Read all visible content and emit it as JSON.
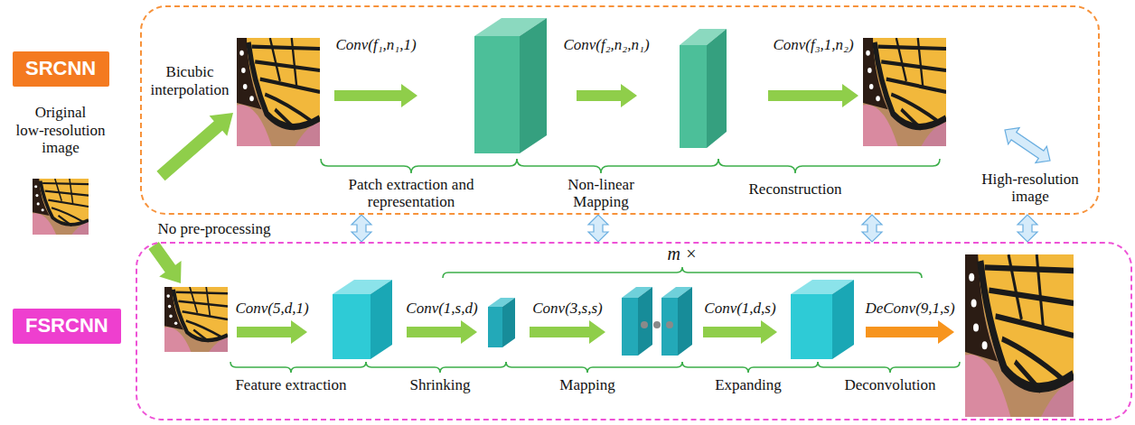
{
  "diagram": {
    "nodes": [
      {
        "text": [
          "SRCNN"
        ]
      },
      {
        "text": [
          "FSRCNN"
        ]
      }
    ],
    "edges": [
      {
        "from": 0,
        "to": 1,
        "arrow": "both"
      },
      {
        "from": 0,
        "to": 1,
        "arrow": "both"
      },
      {
        "from": 0,
        "to": 1,
        "arrow": "both"
      },
      {
        "from": 0,
        "to": 1,
        "arrow": "both"
      }
    ],
    "labels": [
      "Bicubic interpolation",
      "Original low-resolution image",
      "Conv(f₁,n₁,1)",
      "Conv(f₂,n₂,n₁)",
      "Conv(f₃,1,n₂)",
      "Patch extraction and representation",
      "Non-linear Mapping",
      "Reconstruction",
      "High-resolution image",
      "No pre-processing",
      "m ×",
      "Conv(5,d,1)",
      "Conv(1,s,d)",
      "Conv(3,s,s)",
      "Conv(1,d,s)",
      "DeConv(9,1,s)",
      "Feature extraction",
      "Shrinking",
      "Mapping",
      "Expanding",
      "Deconvolution"
    ]
  }
}
